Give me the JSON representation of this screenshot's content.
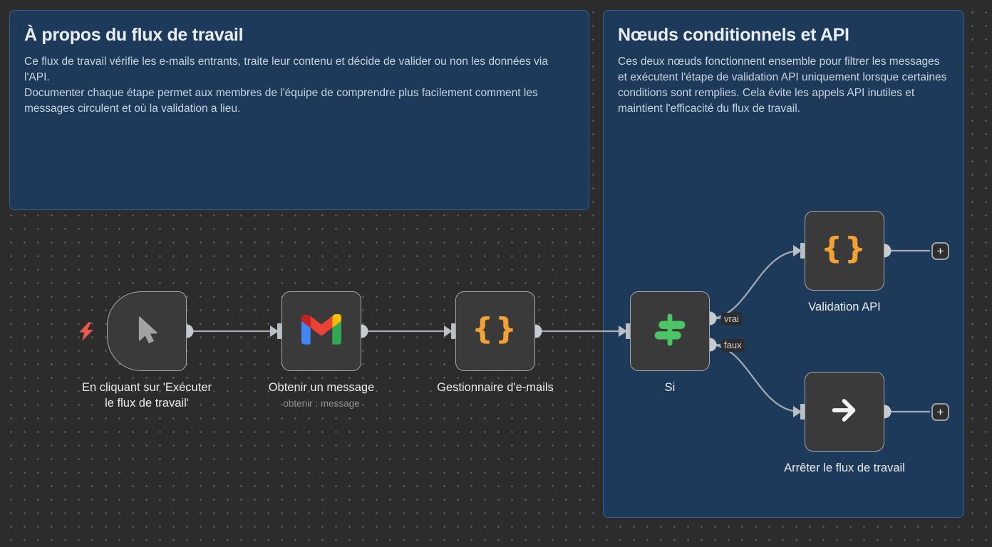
{
  "sticky_notes": [
    {
      "title": "À propos du flux de travail",
      "paragraphs": [
        "Ce flux de travail vérifie les e-mails entrants, traite leur contenu et décide de valider ou non les données via l'API.",
        "Documenter chaque étape permet aux membres de l'équipe de comprendre plus facilement comment les messages circulent et où la validation a lieu."
      ]
    },
    {
      "title": "Nœuds conditionnels et API",
      "paragraphs": [
        "Ces deux nœuds fonctionnent ensemble pour filtrer les messages et exécutent l'étape de validation API uniquement lorsque certaines conditions sont remplies. Cela évite les appels API inutiles et maintient l'efficacité du flux de travail."
      ]
    }
  ],
  "nodes": {
    "trigger": {
      "label": "En cliquant sur 'Exécuter\nle flux de travail'",
      "icon": "cursor-icon"
    },
    "gmail": {
      "label": "Obtenir un message",
      "sublabel": "obtenir : message",
      "icon": "gmail-icon"
    },
    "email_handler": {
      "label": "Gestionnaire d'e-mails",
      "icon": "code-braces-icon"
    },
    "if": {
      "label": "Si",
      "icon": "signpost-icon",
      "output_true": "vrai",
      "output_false": "faux"
    },
    "api_validation": {
      "label": "Validation API",
      "icon": "code-braces-icon"
    },
    "stop": {
      "label": "Arrêter le flux de travail",
      "icon": "arrow-right-icon"
    }
  },
  "glyphs": {
    "braces": "{}",
    "plus": "+"
  },
  "colors": {
    "canvas_bg": "#2c2c2c",
    "grid_dot": "#55595c",
    "sticky_bg": "#1e3a5a",
    "sticky_border": "#35608c",
    "node_bg": "#3a3a3b",
    "node_border": "#a2a7ad",
    "edge": "#a6acb2",
    "port_dot": "#c6cbd1",
    "code_orange": "#f2a134",
    "if_green": "#4bc565",
    "trigger_bolt_red": "#e8594e",
    "gmail_blue": "#4285f4",
    "gmail_green": "#34a853",
    "gmail_yellow": "#fbbc04",
    "gmail_red": "#ea4335",
    "gmail_dark_red": "#c5221f"
  }
}
